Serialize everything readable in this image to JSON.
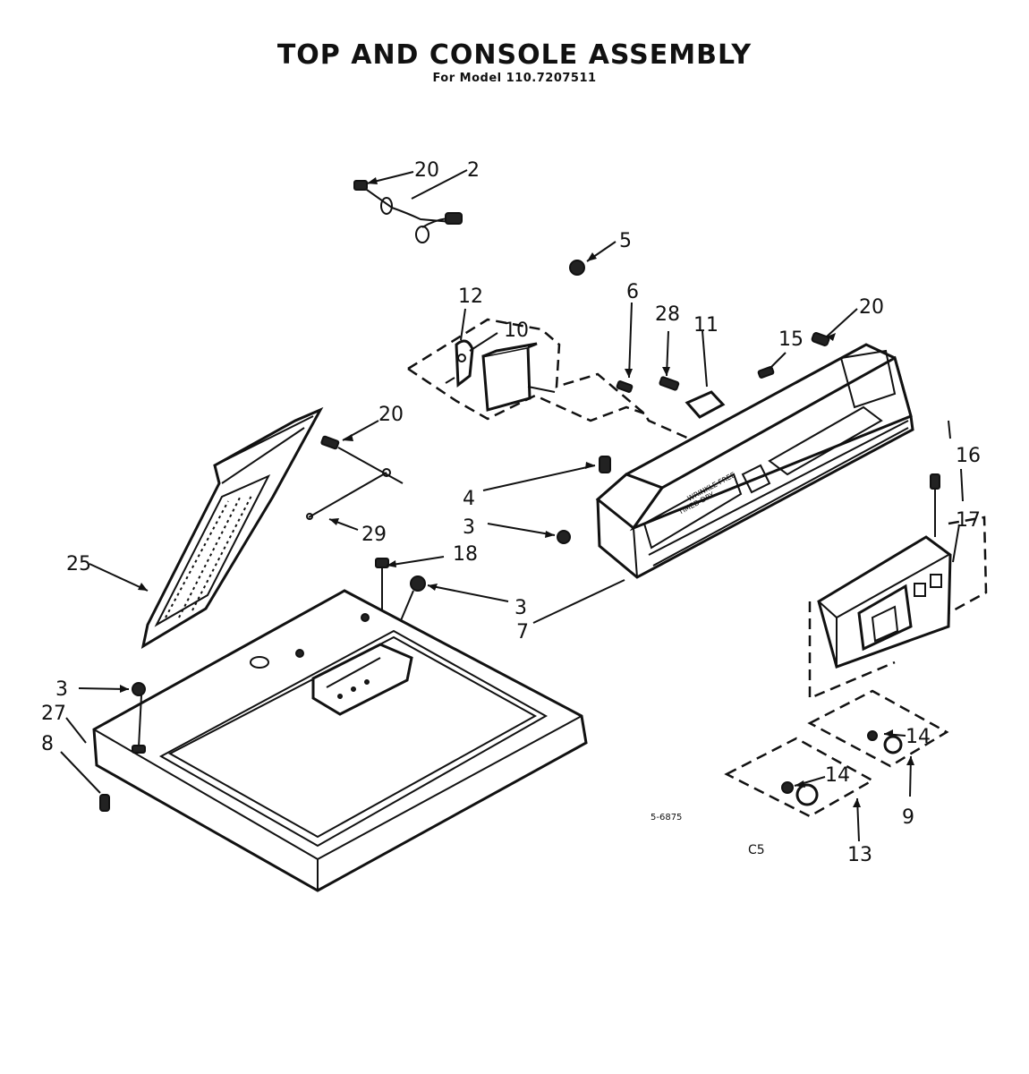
{
  "title": "TOP AND CONSOLE ASSEMBLY",
  "subtitle": "For Model 110.7207511",
  "figure_code": "5-6875",
  "page_mark": "C5",
  "callouts": {
    "c20a": "20",
    "c2": "2",
    "c5": "5",
    "c12": "12",
    "c10": "10",
    "c6": "6",
    "c28": "28",
    "c11": "11",
    "c15": "15",
    "c20b": "20",
    "c20c": "20",
    "c4": "4",
    "c3a": "3",
    "c29": "29",
    "c18": "18",
    "c3b": "3",
    "c7": "7",
    "c25": "25",
    "c3c": "3",
    "c27": "27",
    "c8": "8",
    "c16": "16",
    "c17": "17",
    "c14a": "14",
    "c9": "9",
    "c14b": "14",
    "c13": "13"
  }
}
